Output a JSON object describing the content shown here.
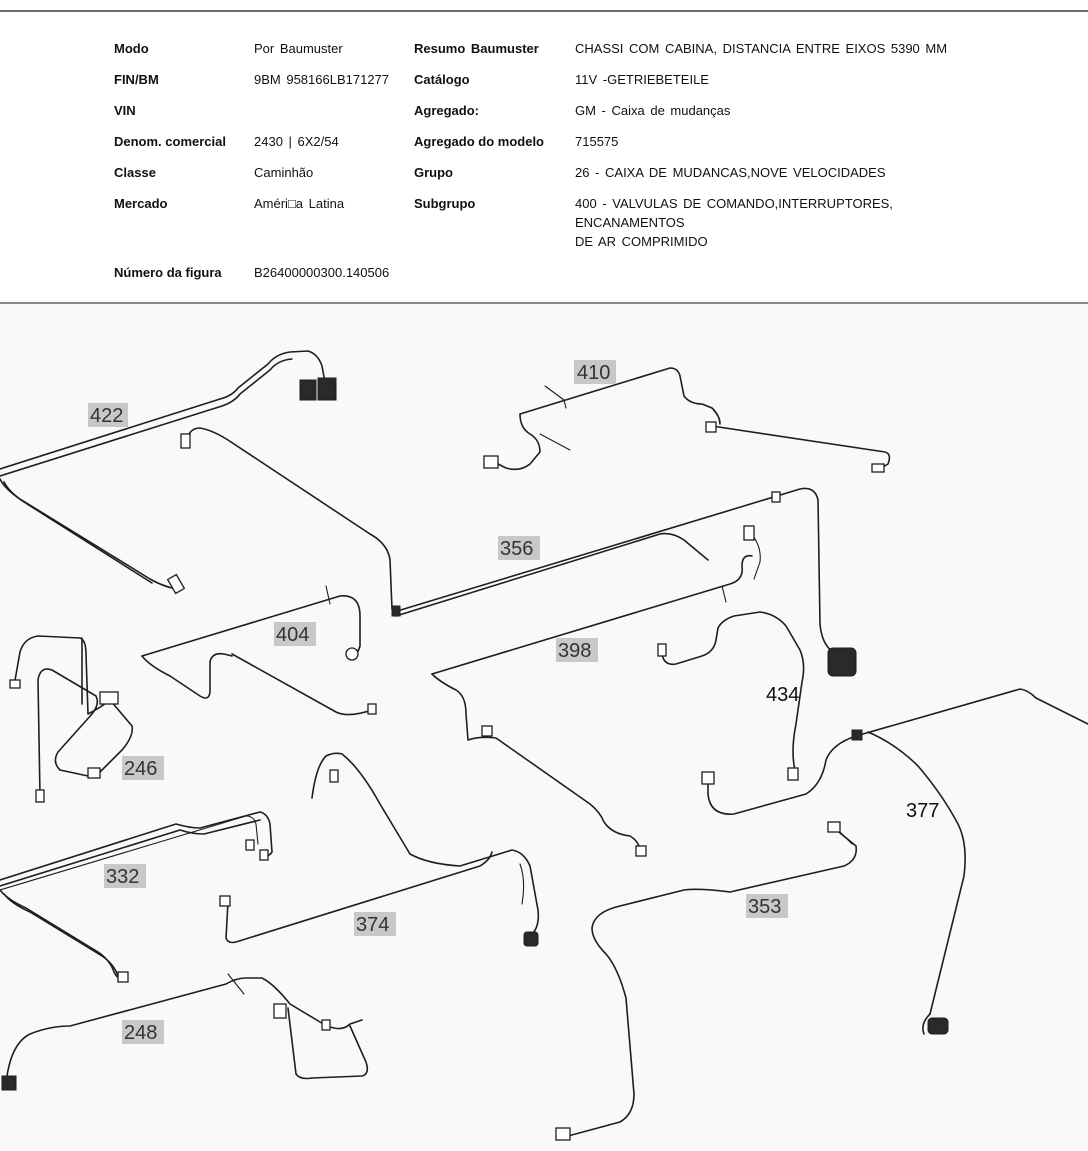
{
  "header": {
    "left": [
      {
        "label": "Modo",
        "value": "Por  Baumuster"
      },
      {
        "label": "FIN/BM",
        "value": "9BM  958166LB171277"
      },
      {
        "label": "VIN",
        "value": ""
      },
      {
        "label": "Denom.  comercial",
        "value": "2430 | 6X2/54"
      },
      {
        "label": "Classe",
        "value": "Caminhão"
      },
      {
        "label": "Mercado",
        "value": "Améri□a Latina"
      },
      {
        "label": "Número  da  figura",
        "value": "B26400000300.140506"
      }
    ],
    "right": [
      {
        "label": "Resumo  Baumuster",
        "value": "CHASSI  COM  CABINA,  DISTANCIA  ENTRE  EIXOS  5390  MM"
      },
      {
        "label": "Catálogo",
        "value": "11V  -GETRIEBETEILE"
      },
      {
        "label": "Agregado:",
        "value": "GM  -  Caixa  de  mudanças"
      },
      {
        "label": "Agregado do modelo",
        "value": "715575"
      },
      {
        "label": "Grupo",
        "value": "26  -  CAIXA  DE  MUDANCAS,NOVE  VELOCIDADES"
      },
      {
        "label": "Subgrupo",
        "value": "400  -  VALVULAS  DE  COMANDO,INTERRUPTORES,\nENCANAMENTOS\nDE  AR  COMPRIMIDO"
      }
    ]
  },
  "diagram": {
    "callouts": [
      {
        "id": "p422",
        "text": "422",
        "highlight": true
      },
      {
        "id": "p410",
        "text": "410",
        "highlight": true
      },
      {
        "id": "p356",
        "text": "356",
        "highlight": true
      },
      {
        "id": "p404",
        "text": "404",
        "highlight": true
      },
      {
        "id": "p398",
        "text": "398",
        "highlight": true
      },
      {
        "id": "p434",
        "text": "434",
        "highlight": false
      },
      {
        "id": "p246",
        "text": "246",
        "highlight": true
      },
      {
        "id": "p377",
        "text": "377",
        "highlight": false
      },
      {
        "id": "p332",
        "text": "332",
        "highlight": true
      },
      {
        "id": "p374",
        "text": "374",
        "highlight": true
      },
      {
        "id": "p353",
        "text": "353",
        "highlight": true
      },
      {
        "id": "p248",
        "text": "248",
        "highlight": true
      }
    ]
  }
}
